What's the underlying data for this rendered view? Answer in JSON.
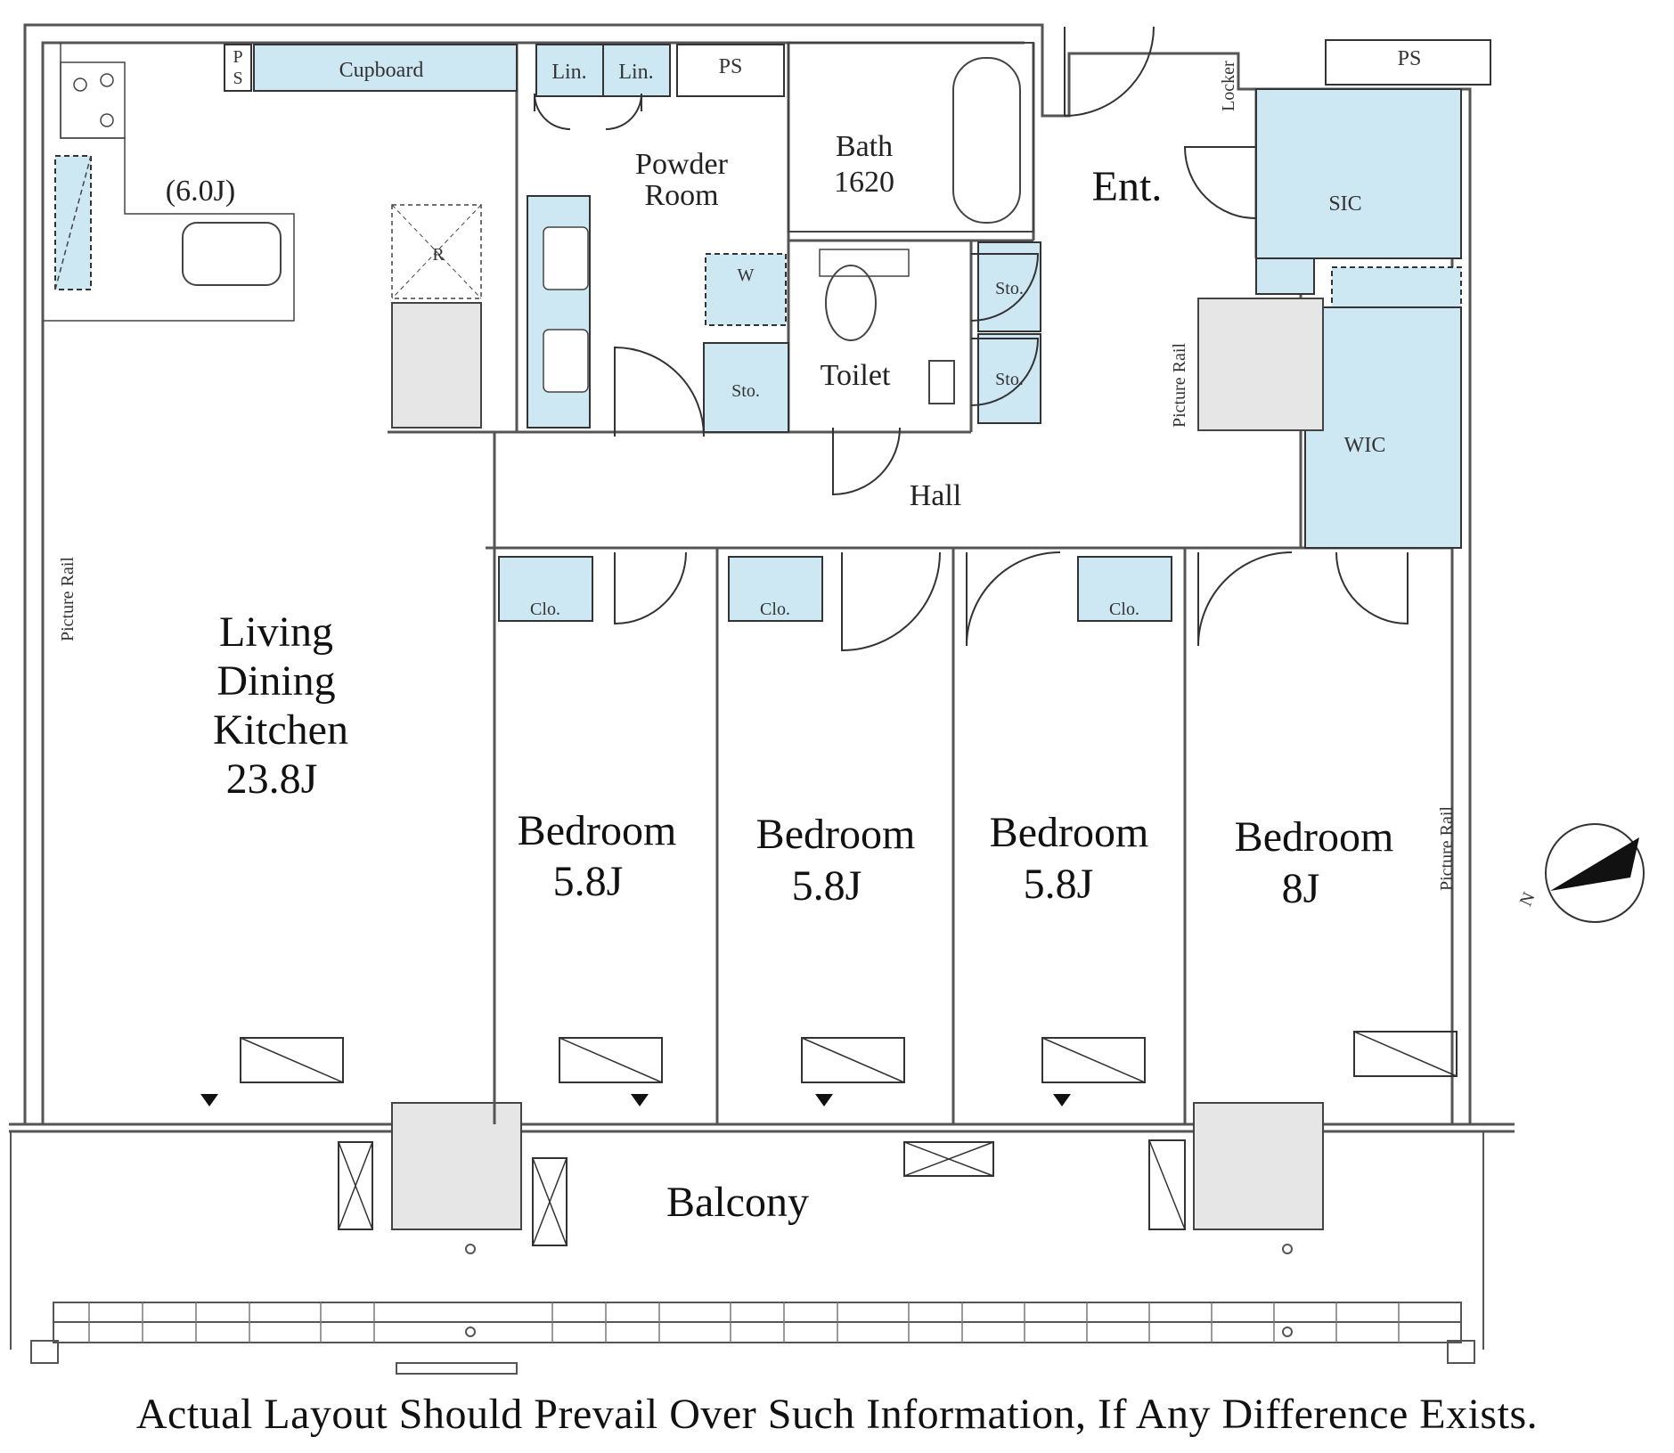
{
  "rooms": {
    "ldk": {
      "line1": "Living",
      "line2": "Dining",
      "line3": "Kitchen",
      "size": "23.8J"
    },
    "kitchen_size": "(6.0J)",
    "bedroom1": {
      "name": "Bedroom",
      "size": "5.8J"
    },
    "bedroom2": {
      "name": "Bedroom",
      "size": "5.8J"
    },
    "bedroom3": {
      "name": "Bedroom",
      "size": "5.8J"
    },
    "bedroom4": {
      "name": "Bedroom",
      "size": "8J"
    },
    "balcony": "Balcony",
    "entrance": "Ent.",
    "powder": {
      "line1": "Powder",
      "line2": "Room"
    },
    "bath": {
      "line1": "Bath",
      "line2": "1620"
    },
    "toilet": "Toilet",
    "hall": "Hall"
  },
  "fixtures": {
    "cupboard": "Cupboard",
    "ps": "PS",
    "ps_vertical_p": "P",
    "ps_vertical_s": "S",
    "linen": "Lin.",
    "storage": "Sto.",
    "closet": "Clo.",
    "sic": "SIC",
    "wic": "WIC",
    "locker": "Locker",
    "picture_rail": "Picture Rail",
    "fridge": "R",
    "washer": "W",
    "compass_n": "N"
  },
  "disclaimer": "Actual Layout Should Prevail Over Such Information, If Any Difference Exists.",
  "colors": {
    "storage_fill": "#cde7f3",
    "appliance_fill": "#e6e6e6",
    "wall": "#555555"
  }
}
